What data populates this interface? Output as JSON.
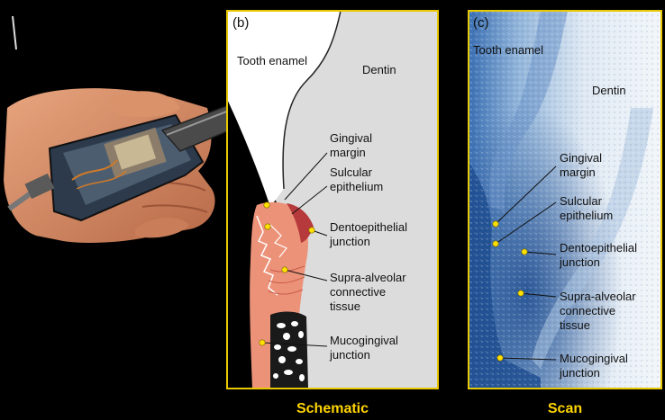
{
  "panel_b": {
    "tag": "(b)",
    "regions": {
      "enamel": "Tooth enamel",
      "dentin": "Dentin"
    },
    "labels": {
      "gingival_margin": [
        "Gingival",
        "margin"
      ],
      "sulcular_epithelium": [
        "Sulcular",
        "epithelium"
      ],
      "dentoepithelial_junction": [
        "Dentoepithelial",
        "junction"
      ],
      "supra_alveolar": [
        "Supra-alveolar",
        "connective",
        "tissue"
      ],
      "mucogingival_junction": [
        "Mucogingival",
        "junction"
      ]
    },
    "caption": "Schematic"
  },
  "panel_c": {
    "tag": "(c)",
    "regions": {
      "enamel": "Tooth enamel",
      "dentin": "Dentin"
    },
    "labels": {
      "gingival_margin": [
        "Gingival",
        "margin"
      ],
      "sulcular_epithelium": [
        "Sulcular",
        "epithelium"
      ],
      "dentoepithelial_junction": [
        "Dentoepithelial",
        "junction"
      ],
      "supra_alveolar": [
        "Supra-alveolar",
        "connective",
        "tissue"
      ],
      "mucogingival_junction": [
        "Mucogingival",
        "junction"
      ]
    },
    "caption": "Scan"
  },
  "colors": {
    "frame": "#e8c800",
    "marker": "#ffe000",
    "caption": "#ffd400",
    "gum": "#ec9278",
    "gum_dark": "#b63a3c",
    "dentin": "#dcdcdc",
    "scan_blue": "#2c62a8"
  }
}
